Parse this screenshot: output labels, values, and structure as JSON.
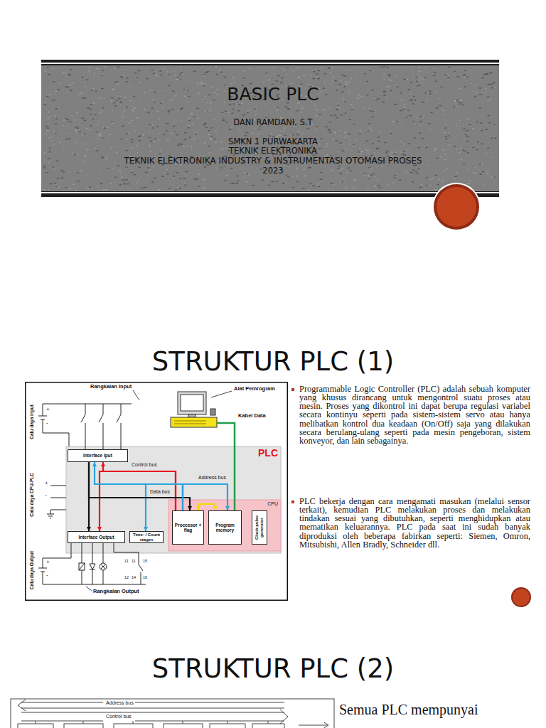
{
  "diagram": {
    "nodes": [
      {
        "text": [
          "PLC"
        ]
      },
      {
        "text": [
          "Interface Iput"
        ],
        "in": 0
      },
      {
        "text": [
          "Interface Output"
        ],
        "in": 0
      },
      {
        "text": [
          "Time- / Count stages"
        ],
        "in": 0
      },
      {
        "text": [
          "CPU"
        ],
        "in": 0
      },
      {
        "text": [
          "Processor + flag"
        ],
        "in": 4
      },
      {
        "text": [
          "Program memory"
        ],
        "in": 4
      },
      {
        "text": [
          "Clock-pulse generator"
        ],
        "in": 4
      }
    ],
    "edges": [
      {
        "from": 5,
        "to": 1,
        "arrow": "to"
      },
      {
        "from": 5,
        "to": 2,
        "arrow": "to"
      },
      {
        "from": 5,
        "to": 6,
        "arrow": "to"
      },
      {
        "from": 5,
        "to": 3,
        "arrow": "to"
      },
      {
        "from": 1,
        "to": 2,
        "arrow": "to"
      },
      {
        "from": 1,
        "to": 5,
        "arrow": "to"
      },
      {
        "from": 5,
        "to": 6,
        "arrow": "both"
      },
      {
        "from": 5,
        "to": 1,
        "arrow": "to"
      }
    ],
    "labels": [
      "BASIC PLC",
      "DANI RAMDANI, S.T",
      "SMKN 1 PURWAKARTA",
      "TEKNIK ELEKTRONIKA",
      "TEKNIK ELEKTRONIKA INDUSTRY & INSTRUMENTASI OTOMASI PROSES",
      "2023",
      "STRUKTUR PLC (1)",
      "Rangkaian Input",
      "Alat Pemrogram",
      "Kabel Data",
      "Catu daya input",
      "Catu daya CPU-PLC",
      "Catu daya Output",
      "Control bus",
      "Address bus",
      "Data bus",
      "Rangkaian Output",
      "+",
      "-",
      "+",
      "-",
      "+",
      "-",
      "11",
      "11",
      "15",
      "12",
      "14",
      "16",
      "Programmable Logic Controller (PLC) adalah sebuah komputer yang khusus dirancang untuk mengontrol suatu proses atau mesin. Proses yang dikontrol ini dapat berupa regulasi variabel secara kontinyu seperti pada sistem-sistem servo atau hanya melibatkan kontrol dua keadaan (On/Off) saja yang dilakukan secara berulang-ulang seperti pada mesin pengeboran, sistem konveyor, dan lain sebagainya.",
      "PLC bekerja dengan cara mengamati masukan (melalui sensor terkait), kemudian PLC melakukan proses dan melakukan tindakan sesuai yang dibutuhkan, seperti menghidupkan atau mematikan keluarannya. PLC pada saat ini sudah banyak diproduksi oleh beberapa fabirkan seperti: Siemen, Omron, Mitsubishi, Allen Bradly, Schneider dll.",
      "STRUKTUR PLC (2)",
      "Address bus",
      "Control bus",
      "Semua PLC mempunyai"
    ]
  }
}
